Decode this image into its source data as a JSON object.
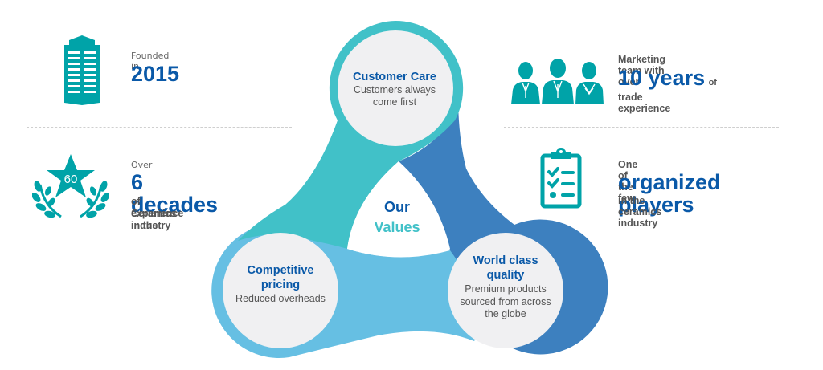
{
  "colors": {
    "teal_icon": "#00a3a8",
    "brand_blue": "#0a59a8",
    "teal_lobe": "#41c1c8",
    "dark_blue_lobe": "#3d80bf",
    "light_blue_lobe": "#66bfe3",
    "circle_fill": "#f0f0f2",
    "values_teal": "#41c1c8"
  },
  "left": {
    "founded": {
      "icon": "building-icon",
      "label": "Founded in",
      "value": "2015"
    },
    "decades": {
      "icon": "laurel-star-icon",
      "badge": "60",
      "label": "Over",
      "value": "6 decades",
      "sub_line1": "of experience in the",
      "sub_line2": "Ceramics industry"
    }
  },
  "right": {
    "team": {
      "icon": "team-icon",
      "label": "Marketing team with over",
      "value": "10 years",
      "value_suffix": "of",
      "sub": "trade experience"
    },
    "organized": {
      "icon": "clipboard-checklist-icon",
      "label": "One of the few",
      "value": "organized players",
      "sub": "in the ceramics industry"
    }
  },
  "center": {
    "title_line1": "Our",
    "title_line2": "Values",
    "values": [
      {
        "title_lines": [
          "Customer Care"
        ],
        "body_lines": [
          "Customers always",
          "come first"
        ]
      },
      {
        "title_lines": [
          "Competitive",
          "pricing"
        ],
        "body_lines": [
          "Reduced overheads"
        ]
      },
      {
        "title_lines": [
          "World class",
          "quality"
        ],
        "body_lines": [
          "Premium products",
          "sourced from across",
          "the globe"
        ]
      }
    ]
  }
}
